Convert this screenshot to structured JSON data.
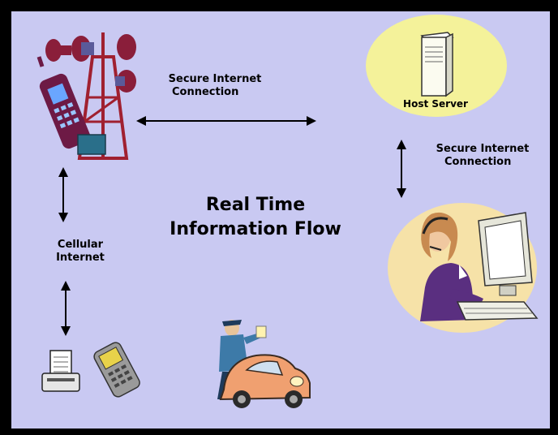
{
  "title": {
    "line1": "Real Time",
    "line2": "Information Flow"
  },
  "labels": {
    "secure_top": {
      "line1": "Secure Internet",
      "line2": "Connection"
    },
    "secure_right": {
      "line1": "Secure Internet",
      "line2": "Connection"
    },
    "cellular": {
      "line1": "Cellular",
      "line2": "Internet"
    },
    "host_server": "Host Server"
  },
  "colors": {
    "background": "#c9c9f2",
    "host_highlight": "#f4f29a",
    "frame": "#000000"
  }
}
